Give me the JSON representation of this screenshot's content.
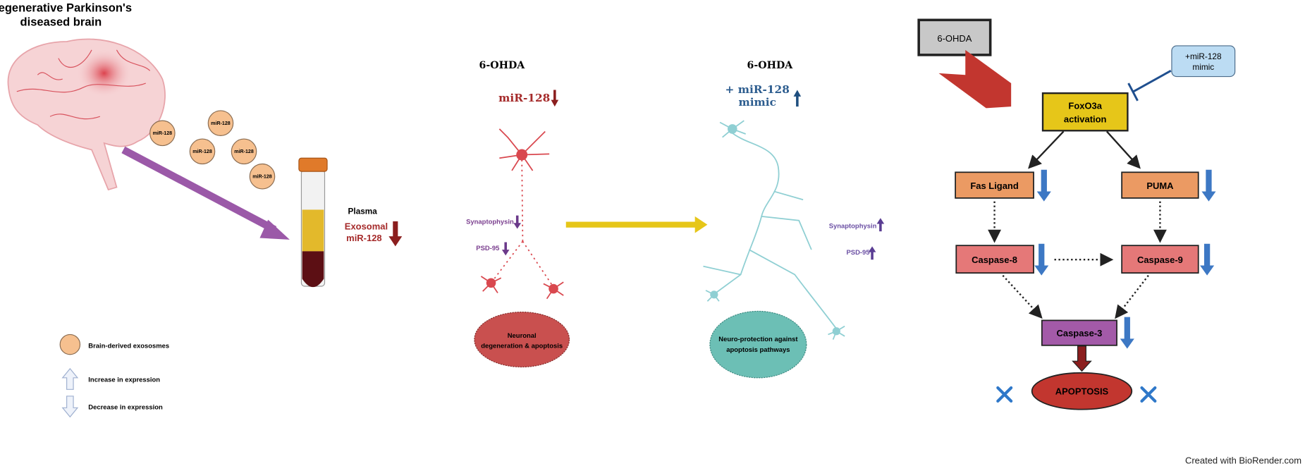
{
  "left_panel": {
    "title_line1": "Degenerative Parkinson's",
    "title_line2": "diseased brain",
    "exosome_label": "miR-128",
    "plasma_label": "Plasma",
    "exosomal_line1": "Exosomal",
    "exosomal_line2": "miR-128"
  },
  "legend": {
    "items": [
      {
        "icon": "exosome-circle",
        "label": "Brain-derived exososmes"
      },
      {
        "icon": "up-arrow-outline",
        "label": "Increase in expression"
      },
      {
        "icon": "down-arrow-outline",
        "label": "Decrease in expression"
      }
    ]
  },
  "middle_left": {
    "treatment": "6-OHDA",
    "mirna": "miR-128",
    "synaptophysin": "Synaptophysin",
    "psd95": "PSD-95",
    "outcome_line1": "Neuronal",
    "outcome_line2": "degeneration & apoptosis"
  },
  "middle_right": {
    "treatment": "6-OHDA",
    "mirna_line1": "+ miR-128",
    "mirna_line2": "mimic",
    "synaptophysin": "Synaptophysin",
    "psd95": "PSD-95",
    "outcome_line1": "Neuro-protection against",
    "outcome_line2": "apoptosis pathways"
  },
  "pathway": {
    "ohda": "6-OHDA",
    "mimic_line1": "+miR-128",
    "mimic_line2": "mimic",
    "foxo_line1": "FoxO3a",
    "foxo_line2": "activation",
    "fas_ligand": "Fas Ligand",
    "puma": "PUMA",
    "caspase8": "Caspase-8",
    "caspase9": "Caspase-9",
    "caspase3": "Caspase-3",
    "apoptosis": "APOPTOSIS"
  },
  "credit": "Created with BioRender.com",
  "colors": {
    "red": "#a52a2a",
    "purple_arrow": "#9b59a8",
    "blue_arrow": "#3d78c4",
    "yellow": "#e6c619",
    "orange_box": "#eb9a63",
    "pink_box": "#e57878",
    "purple_box": "#a35aa8",
    "teal": "#6cbfb5"
  }
}
